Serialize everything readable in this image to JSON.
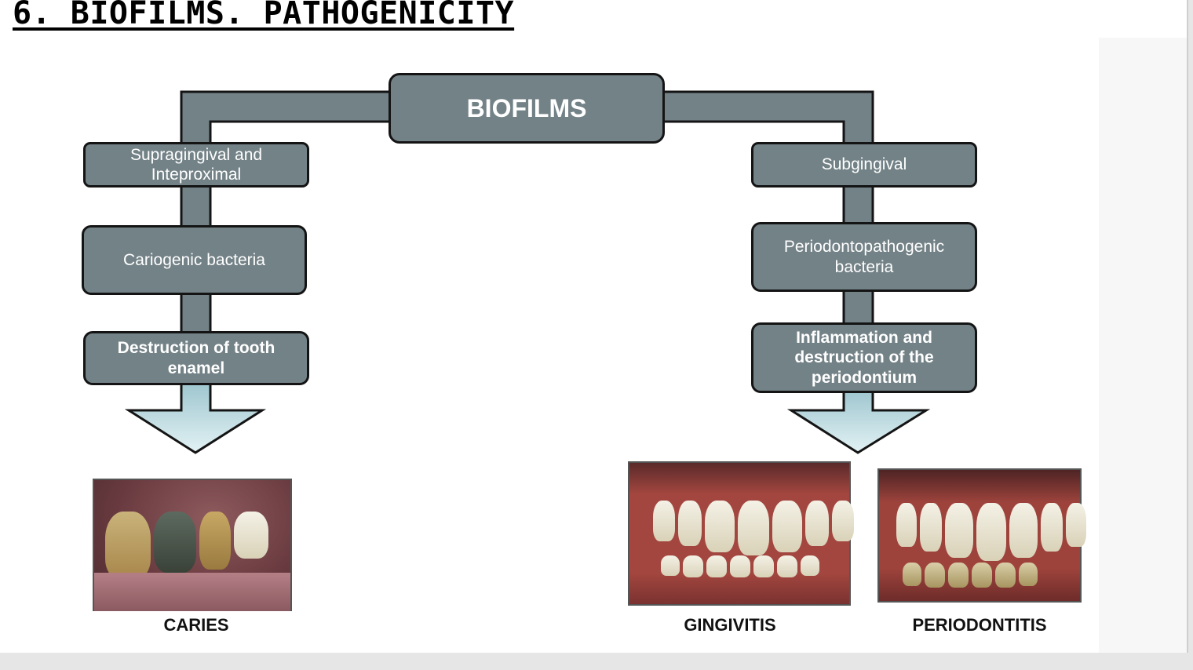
{
  "title": "6. BIOFILMS. PATHOGENICITY",
  "diagram": {
    "root": "BIOFILMS",
    "left": {
      "site": "Supragingival and\nInteproximal",
      "bacteria": "Cariogenic bacteria",
      "effect": "Destruction of tooth\nenamel",
      "outcome": "CARIES"
    },
    "right": {
      "site": "Subgingival",
      "bacteria": "Periodontopathogenic\nbacteria",
      "effect": "Inflammation and\ndestruction of the\nperiodontium",
      "outcomes": [
        "GINGIVITIS",
        "PERIODONTITIS"
      ]
    }
  },
  "colors": {
    "box_fill": "#738287",
    "box_border": "#141414",
    "arrow_fill": "#c9e4e9",
    "gum_red": "#9a3a3a"
  },
  "images": [
    {
      "icon": "caries-photo"
    },
    {
      "icon": "gingivitis-photo"
    },
    {
      "icon": "periodontitis-photo"
    }
  ]
}
